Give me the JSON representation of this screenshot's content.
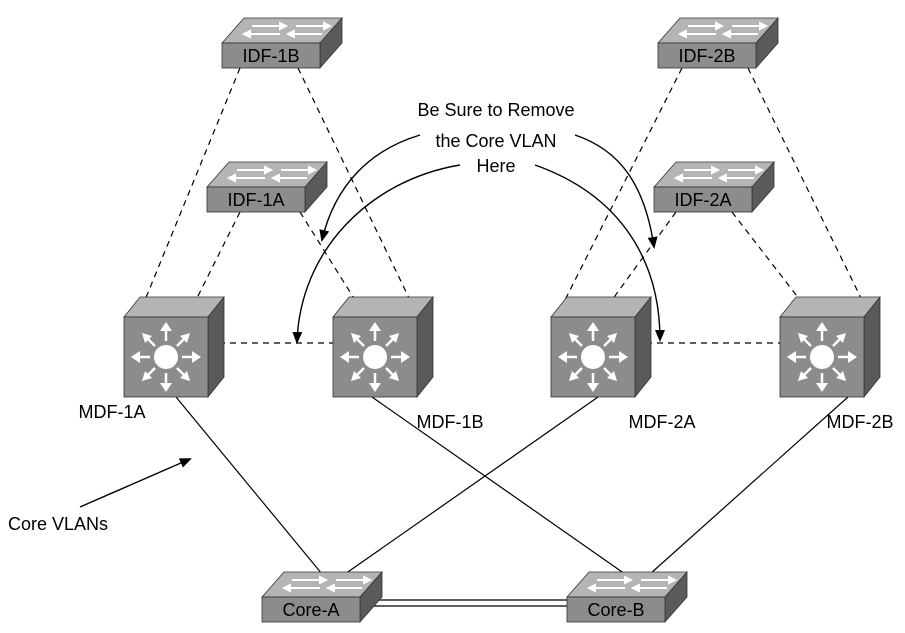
{
  "nodes": {
    "idf_1b": {
      "label": "IDF-1B",
      "kind": "switch"
    },
    "idf_2b": {
      "label": "IDF-2B",
      "kind": "switch"
    },
    "idf_1a": {
      "label": "IDF-1A",
      "kind": "switch"
    },
    "idf_2a": {
      "label": "IDF-2A",
      "kind": "switch"
    },
    "mdf_1a": {
      "label": "MDF-1A",
      "kind": "multilayer-switch"
    },
    "mdf_1b": {
      "label": "MDF-1B",
      "kind": "multilayer-switch"
    },
    "mdf_2a": {
      "label": "MDF-2A",
      "kind": "multilayer-switch"
    },
    "mdf_2b": {
      "label": "MDF-2B",
      "kind": "multilayer-switch"
    },
    "core_a": {
      "label": "Core-A",
      "kind": "switch"
    },
    "core_b": {
      "label": "Core-B",
      "kind": "switch"
    }
  },
  "annotations": {
    "remove_note": [
      "Be Sure to Remove",
      "the Core VLAN",
      "Here"
    ],
    "core_vlans": "Core VLANs"
  },
  "links": [
    {
      "from": "idf_1b",
      "to": "mdf_1a",
      "style": "dashed"
    },
    {
      "from": "idf_1b",
      "to": "mdf_1b",
      "style": "dashed"
    },
    {
      "from": "idf_1a",
      "to": "mdf_1a",
      "style": "dashed"
    },
    {
      "from": "idf_1a",
      "to": "mdf_1b",
      "style": "dashed"
    },
    {
      "from": "idf_2b",
      "to": "mdf_2a",
      "style": "dashed"
    },
    {
      "from": "idf_2b",
      "to": "mdf_2b",
      "style": "dashed"
    },
    {
      "from": "idf_2a",
      "to": "mdf_2a",
      "style": "dashed"
    },
    {
      "from": "idf_2a",
      "to": "mdf_2b",
      "style": "dashed"
    },
    {
      "from": "mdf_1a",
      "to": "mdf_1b",
      "style": "dashed"
    },
    {
      "from": "mdf_2a",
      "to": "mdf_2b",
      "style": "dashed"
    },
    {
      "from": "mdf_1a",
      "to": "core_a",
      "style": "solid"
    },
    {
      "from": "mdf_1b",
      "to": "core_b",
      "style": "solid"
    },
    {
      "from": "mdf_2a",
      "to": "core_a",
      "style": "solid"
    },
    {
      "from": "mdf_2b",
      "to": "core_b",
      "style": "solid"
    },
    {
      "from": "core_a",
      "to": "core_b",
      "style": "double"
    }
  ],
  "colors": {
    "switch_face": "#8c8c8c",
    "switch_top": "#b4b4b4",
    "switch_side": "#5a5a5a",
    "line": "#000000"
  }
}
